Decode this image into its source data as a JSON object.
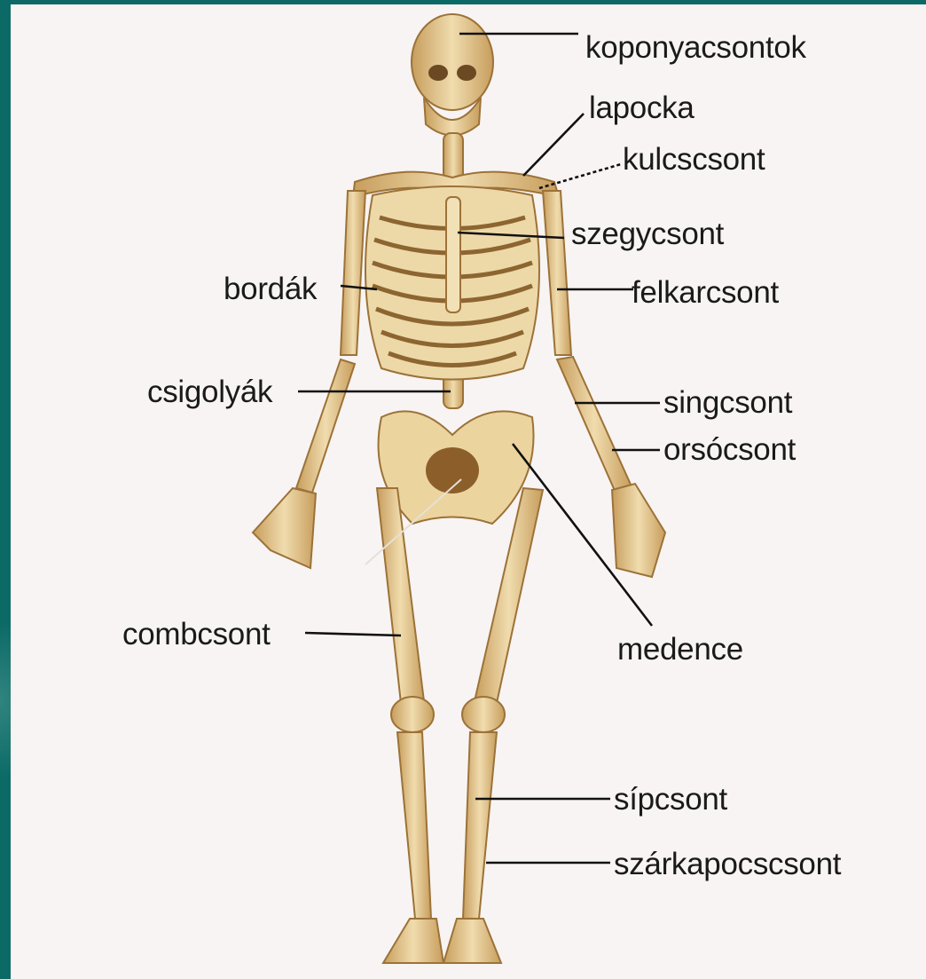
{
  "colors": {
    "frame": "#0b6a66",
    "panel": "#f8f4f3",
    "bone": "#e3c792",
    "bone_shade": "#b98f4f",
    "label_line": "#111111"
  },
  "labels": {
    "koponyacsontok": "koponyacsontok",
    "lapocka": "lapocka",
    "kulcscsont": "kulcscsont",
    "szegycsont": "szegycsont",
    "bordak": "bordák",
    "felkarcsont": "felkarcsont",
    "csigolyak": "csigolyák",
    "singcsont": "singcsont",
    "orsocsont": "orsócsont",
    "combcsont": "combcsont",
    "medence": "medence",
    "sipcsont": "sípcsont",
    "szarkapocscsont": "szárkapocscsont"
  }
}
